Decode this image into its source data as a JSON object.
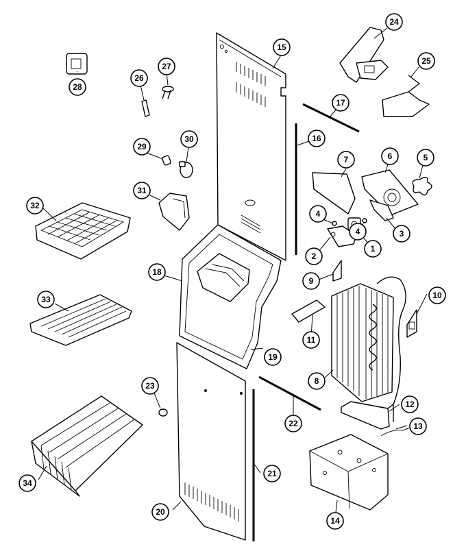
{
  "callouts": [
    {
      "id": "1",
      "label": "1"
    },
    {
      "id": "2",
      "label": "2"
    },
    {
      "id": "3",
      "label": "3"
    },
    {
      "id": "4a",
      "label": "4"
    },
    {
      "id": "4b",
      "label": "4"
    },
    {
      "id": "5",
      "label": "5"
    },
    {
      "id": "6",
      "label": "6"
    },
    {
      "id": "7",
      "label": "7"
    },
    {
      "id": "8",
      "label": "8"
    },
    {
      "id": "9",
      "label": "9"
    },
    {
      "id": "10",
      "label": "10"
    },
    {
      "id": "11",
      "label": "11"
    },
    {
      "id": "12",
      "label": "12"
    },
    {
      "id": "13",
      "label": "13"
    },
    {
      "id": "14",
      "label": "14"
    },
    {
      "id": "15",
      "label": "15"
    },
    {
      "id": "16",
      "label": "16"
    },
    {
      "id": "17",
      "label": "17"
    },
    {
      "id": "18",
      "label": "18"
    },
    {
      "id": "19",
      "label": "19"
    },
    {
      "id": "20",
      "label": "20"
    },
    {
      "id": "21",
      "label": "21"
    },
    {
      "id": "22",
      "label": "22"
    },
    {
      "id": "23",
      "label": "23"
    },
    {
      "id": "24",
      "label": "24"
    },
    {
      "id": "25",
      "label": "25"
    },
    {
      "id": "26",
      "label": "26"
    },
    {
      "id": "27",
      "label": "27"
    },
    {
      "id": "28",
      "label": "28"
    },
    {
      "id": "29",
      "label": "29"
    },
    {
      "id": "30",
      "label": "30"
    },
    {
      "id": "31",
      "label": "31"
    },
    {
      "id": "32",
      "label": "32"
    },
    {
      "id": "33",
      "label": "33"
    },
    {
      "id": "34",
      "label": "34"
    }
  ]
}
